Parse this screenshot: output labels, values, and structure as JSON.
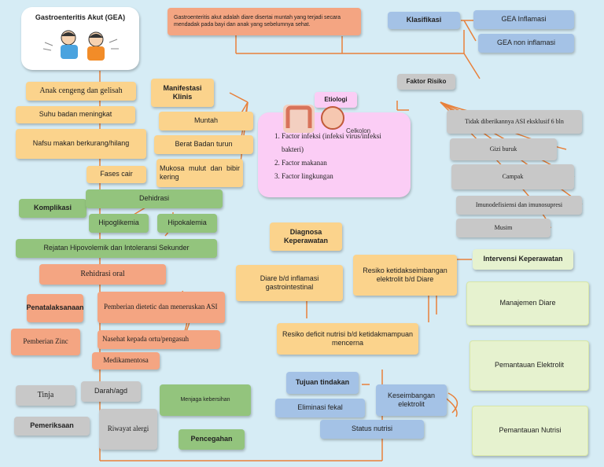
{
  "title": "Gastroenteritis Akut (GEA)",
  "definition": "Gastroenteritis akut adalah diare disertai muntah yang terjadi secara mendadak pada bayi dan anak yang sebelumnya sehat.",
  "klasifikasi": {
    "label": "Klasifikasi",
    "items": [
      "GEA Inflamasi",
      "GEA non inflamasi"
    ]
  },
  "faktor_risiko": {
    "label": "Faktor Risiko",
    "items": [
      "Tidak diberikannya ASI eksklusif 6 bln",
      "Gizi buruk",
      "Campak",
      "Imunodefisiensi dan imunosupresi",
      "Musim"
    ]
  },
  "etiologi": {
    "label": "Etiologi",
    "items": [
      "Factor infeksi (infeksi virus/infeksi bakteri)",
      "Factor makanan",
      "Factor lingkungan"
    ],
    "image_label": "Celkolon"
  },
  "manifestasi": {
    "label": "Manifestasi Klinis",
    "items": [
      "Anak cengeng dan gelisah",
      "Suhu badan meningkat",
      "Nafsu makan berkurang/hilang",
      "Fases cair",
      "Muntah",
      "Berat Badan turun",
      "Mukosa mulut dan bibir kering"
    ]
  },
  "komplikasi": {
    "label": "Komplikasi",
    "items": [
      "Dehidrasi",
      "Hipoglikemia",
      "Hipokalemia",
      "Rejatan Hipovolemik dan Intoleransi Sekunder"
    ]
  },
  "penatalaksanaan": {
    "label": "Penatalaksanaan",
    "items": [
      "Rehidrasi oral",
      "Pemberian dietetic dan meneruskan ASI",
      "Nasehat kepada ortu/pengasuh",
      "Medikamentosa",
      "Pemberian Zinc"
    ]
  },
  "diagnosa": {
    "label": "Diagnosa Keperawatan",
    "items": [
      "Diare b/d inflamasi gastrointestinal",
      "Resiko ketidakseimbangan elektrolit b/d Diare",
      "Resiko deficit nutrisi b/d ketidakmampuan mencerna"
    ]
  },
  "intervensi": {
    "label": "Intervensi Keperawatan",
    "items": [
      "Manajemen Diare",
      "Pemantauan Elektrolit",
      "Pemantauan Nutrisi"
    ]
  },
  "tujuan": {
    "label": "Tujuan tindakan",
    "items": [
      "Eliminasi fekal",
      "Keseimbangan elektrolit",
      "Status nutrisi"
    ]
  },
  "pemeriksaan": {
    "label": "Pemeriksaan",
    "items": [
      "Tinja",
      "Darah/agd",
      "Riwayat alergi"
    ]
  },
  "pencegahan": {
    "label": "Pencegahan",
    "items": [
      "Menjaga kebersihan"
    ]
  }
}
